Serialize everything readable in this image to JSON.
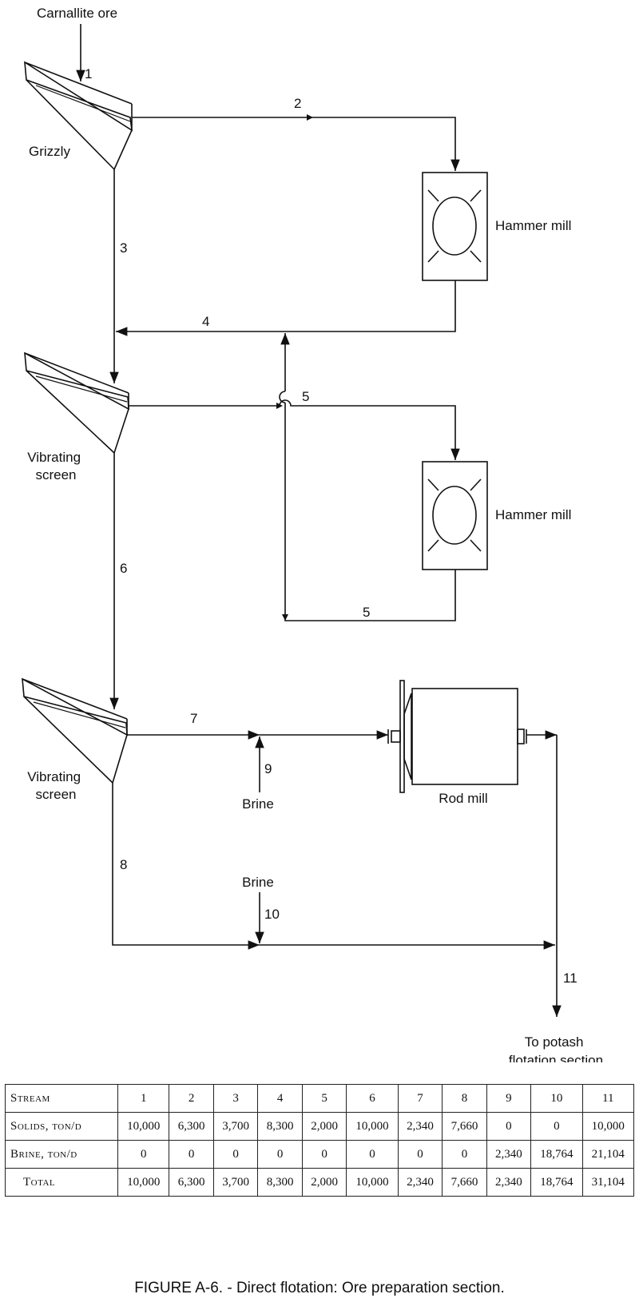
{
  "diagram": {
    "feed_label": "Carnallite ore",
    "grizzly_label": "Grizzly",
    "hammer_mill_1_label": "Hammer mill",
    "hammer_mill_2_label": "Hammer mill",
    "vibrating_screen_1_label": [
      "Vibrating",
      "screen"
    ],
    "vibrating_screen_2_label": [
      "Vibrating",
      "screen"
    ],
    "rod_mill_label": "Rod mill",
    "brine_9_label": "Brine",
    "brine_10_label": "Brine",
    "product_label": [
      "To potash",
      "flotation section"
    ],
    "stream_numbers": {
      "s1": "1",
      "s2": "2",
      "s3": "3",
      "s4": "4",
      "s5a": "5",
      "s5b": "5",
      "s6": "6",
      "s7": "7",
      "s8": "8",
      "s9": "9",
      "s10": "10",
      "s11": "11"
    }
  },
  "table": {
    "header_label": "Stream",
    "streams": [
      "1",
      "2",
      "3",
      "4",
      "5",
      "6",
      "7",
      "8",
      "9",
      "10",
      "11"
    ],
    "rows": [
      {
        "label": "Solids, ton/d",
        "values": [
          "10,000",
          "6,300",
          "3,700",
          "8,300",
          "2,000",
          "10,000",
          "2,340",
          "7,660",
          "0",
          "0",
          "10,000"
        ]
      },
      {
        "label": "Brine, ton/d",
        "values": [
          "0",
          "0",
          "0",
          "0",
          "0",
          "0",
          "0",
          "0",
          "2,340",
          "18,764",
          "21,104"
        ]
      },
      {
        "label": "Total",
        "values": [
          "10,000",
          "6,300",
          "3,700",
          "8,300",
          "2,000",
          "10,000",
          "2,340",
          "7,660",
          "2,340",
          "18,764",
          "31,104"
        ]
      }
    ]
  },
  "caption": "FIGURE A-6. - Direct flotation: Ore preparation section."
}
